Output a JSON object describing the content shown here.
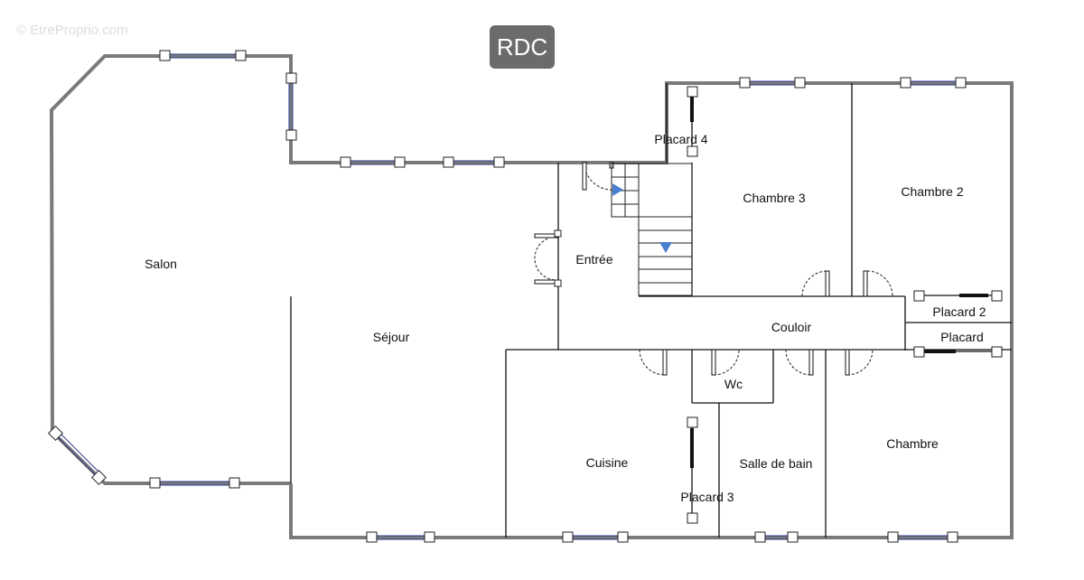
{
  "watermark": "© EtreProprio.com",
  "level_badge": "RDC",
  "rooms": {
    "salon": "Salon",
    "sejour": "Séjour",
    "entree": "Entrée",
    "placard4": "Placard 4",
    "chambre3": "Chambre 3",
    "chambre2": "Chambre 2",
    "couloir": "Couloir",
    "placard2": "Placard 2",
    "placard": "Placard",
    "wc": "Wc",
    "cuisine": "Cuisine",
    "salle_de_bain": "Salle de bain",
    "chambre": "Chambre",
    "placard3": "Placard 3"
  },
  "colors": {
    "exterior_wall": "#7a7a7a",
    "interior_wall": "#111111",
    "badge_bg": "#6b6b6b",
    "stair_arrow": "#4a7fd0"
  }
}
